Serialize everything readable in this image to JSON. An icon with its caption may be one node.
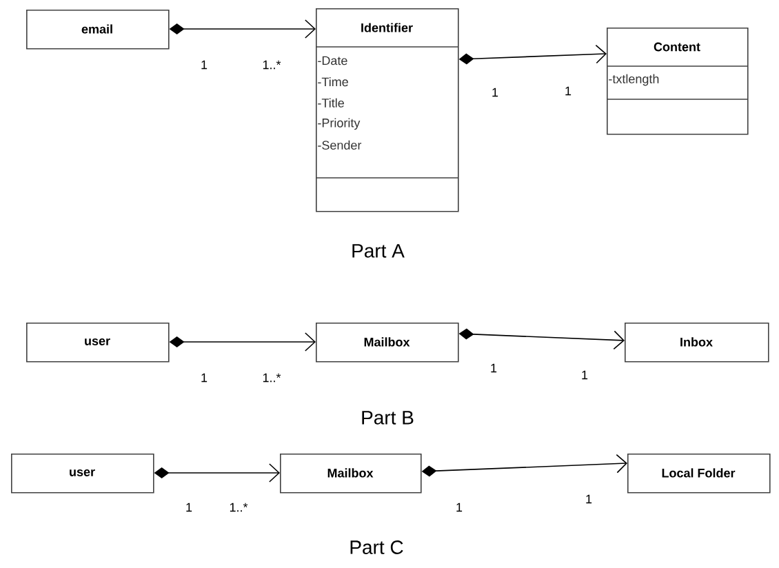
{
  "diagram": {
    "nodes": [
      {
        "text": [
          "email"
        ]
      },
      {
        "text": [
          "Identifier",
          "-Date",
          "-Time",
          "-Title",
          "-Priority",
          "-Sender"
        ]
      },
      {
        "text": [
          "Content",
          "-txtlength"
        ]
      },
      {
        "text": [
          "user"
        ]
      },
      {
        "text": [
          "Mailbox"
        ]
      },
      {
        "text": [
          "Inbox"
        ]
      },
      {
        "text": [
          "user"
        ]
      },
      {
        "text": [
          "Mailbox"
        ]
      },
      {
        "text": [
          "Local Folder"
        ]
      }
    ],
    "edges": [
      {
        "from": 0,
        "to": 1,
        "arrow": "to"
      },
      {
        "from": 1,
        "to": 2,
        "arrow": "to"
      },
      {
        "from": 3,
        "to": 4,
        "arrow": "to"
      },
      {
        "from": 4,
        "to": 5,
        "arrow": "to"
      },
      {
        "from": 6,
        "to": 7,
        "arrow": "to"
      },
      {
        "from": 7,
        "to": 8,
        "arrow": "to"
      }
    ],
    "labels": [
      "1",
      "1..*",
      "1",
      "1",
      "Part A",
      "1",
      "1..*",
      "1",
      "1",
      "Part B",
      "1",
      "1..*",
      "1",
      "1",
      "Part C"
    ]
  }
}
